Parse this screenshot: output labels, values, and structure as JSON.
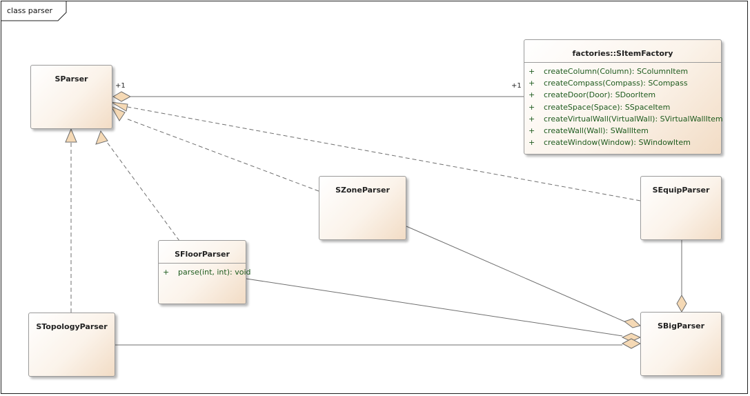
{
  "frame": {
    "title": "class parser"
  },
  "classes": {
    "sparser": {
      "name": "SParser"
    },
    "sitemfactory": {
      "name": "factories::SItemFactory",
      "operations": [
        {
          "visibility": "+",
          "signature": "createColumn(Column): SColumnItem"
        },
        {
          "visibility": "+",
          "signature": "createCompass(Compass): SCompass"
        },
        {
          "visibility": "+",
          "signature": "createDoor(Door): SDoorItem"
        },
        {
          "visibility": "+",
          "signature": "createSpace(Space): SSpaceItem"
        },
        {
          "visibility": "+",
          "signature": "createVirtualWall(VirtualWall): SVirtualWallItem"
        },
        {
          "visibility": "+",
          "signature": "createWall(Wall): SWallItem"
        },
        {
          "visibility": "+",
          "signature": "createWindow(Window): SWindowItem"
        }
      ]
    },
    "szoneparser": {
      "name": "SZoneParser"
    },
    "sequipparser": {
      "name": "SEquipParser"
    },
    "sfloorparser": {
      "name": "SFloorParser",
      "operations": [
        {
          "visibility": "+",
          "signature": "parse(int, int): void"
        }
      ]
    },
    "stopologyparser": {
      "name": "STopologyParser"
    },
    "sbigparser": {
      "name": "SBigParser"
    }
  },
  "association": {
    "source_multiplicity": "+1",
    "target_multiplicity": "+1"
  },
  "relationships": [
    {
      "type": "aggregation",
      "whole": "SParser",
      "part": "factories::SItemFactory"
    },
    {
      "type": "realization",
      "from": "SZoneParser",
      "to": "SParser"
    },
    {
      "type": "realization",
      "from": "SEquipParser",
      "to": "SParser"
    },
    {
      "type": "realization",
      "from": "SFloorParser",
      "to": "SParser"
    },
    {
      "type": "realization",
      "from": "STopologyParser",
      "to": "SParser"
    },
    {
      "type": "aggregation",
      "whole": "SBigParser",
      "part": "SZoneParser"
    },
    {
      "type": "aggregation",
      "whole": "SBigParser",
      "part": "SFloorParser"
    },
    {
      "type": "aggregation",
      "whole": "SBigParser",
      "part": "STopologyParser"
    },
    {
      "type": "aggregation",
      "whole": "SBigParser",
      "part": "SEquipParser"
    }
  ],
  "colors": {
    "class_fill_light": "#ffffff",
    "class_fill_dark": "#f2dcc5",
    "class_border": "#9a9a9a",
    "line": "#6e6e6e",
    "diamond_fill": "#f5d9b5",
    "operation_text": "#1d5a1d"
  }
}
